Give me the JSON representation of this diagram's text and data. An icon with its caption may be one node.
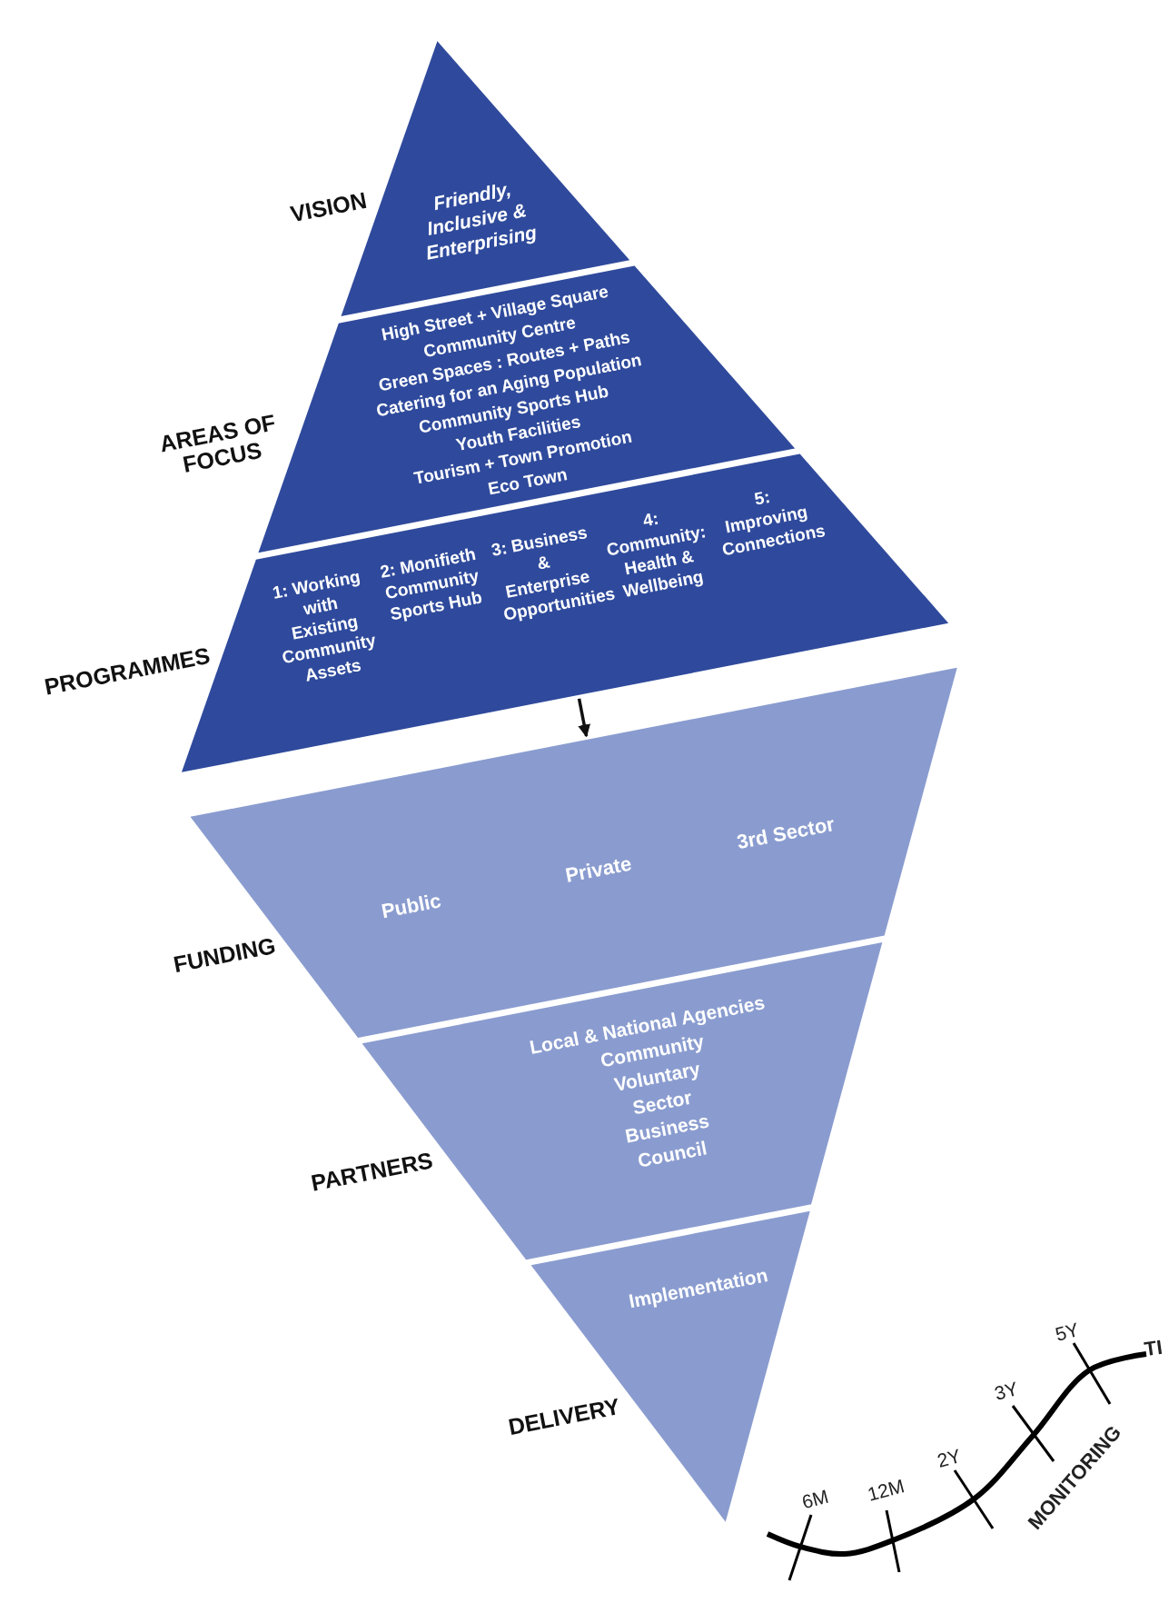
{
  "diagram": {
    "nodes": [
      {
        "text": [
          "VISION",
          "Friendly, Inclusive & Enterprising"
        ]
      },
      {
        "text": [
          "AREAS OF FOCUS",
          "High Street + Village Square",
          "Community Centre",
          "Green Spaces : Routes + Paths",
          "Catering for an Aging Population",
          "Community Sports Hub",
          "Youth Facilities",
          "Tourism + Town Promotion",
          "Eco Town"
        ]
      },
      {
        "text": [
          "PROGRAMMES",
          "1: Working with Existing Community Assets",
          "2: Monifieth Community Sports Hub",
          "3: Business & Enterprise Opportunities",
          "4: Community: Health & Wellbeing",
          "5: Improving Connections"
        ]
      },
      {
        "text": [
          "FUNDING",
          "Public",
          "Private",
          "3rd Sector"
        ]
      },
      {
        "text": [
          "PARTNERS",
          "Local & National Agencies",
          "Community Voluntary Sector",
          "Business",
          "Council"
        ]
      },
      {
        "text": [
          "DELIVERY",
          "Implementation"
        ]
      }
    ],
    "edges": [
      {
        "from": 2,
        "to": 3,
        "arrow": "to"
      }
    ],
    "labels": [
      "6M",
      "12M",
      "2Y",
      "3Y",
      "5Y",
      "MONITORING",
      "TI"
    ]
  }
}
